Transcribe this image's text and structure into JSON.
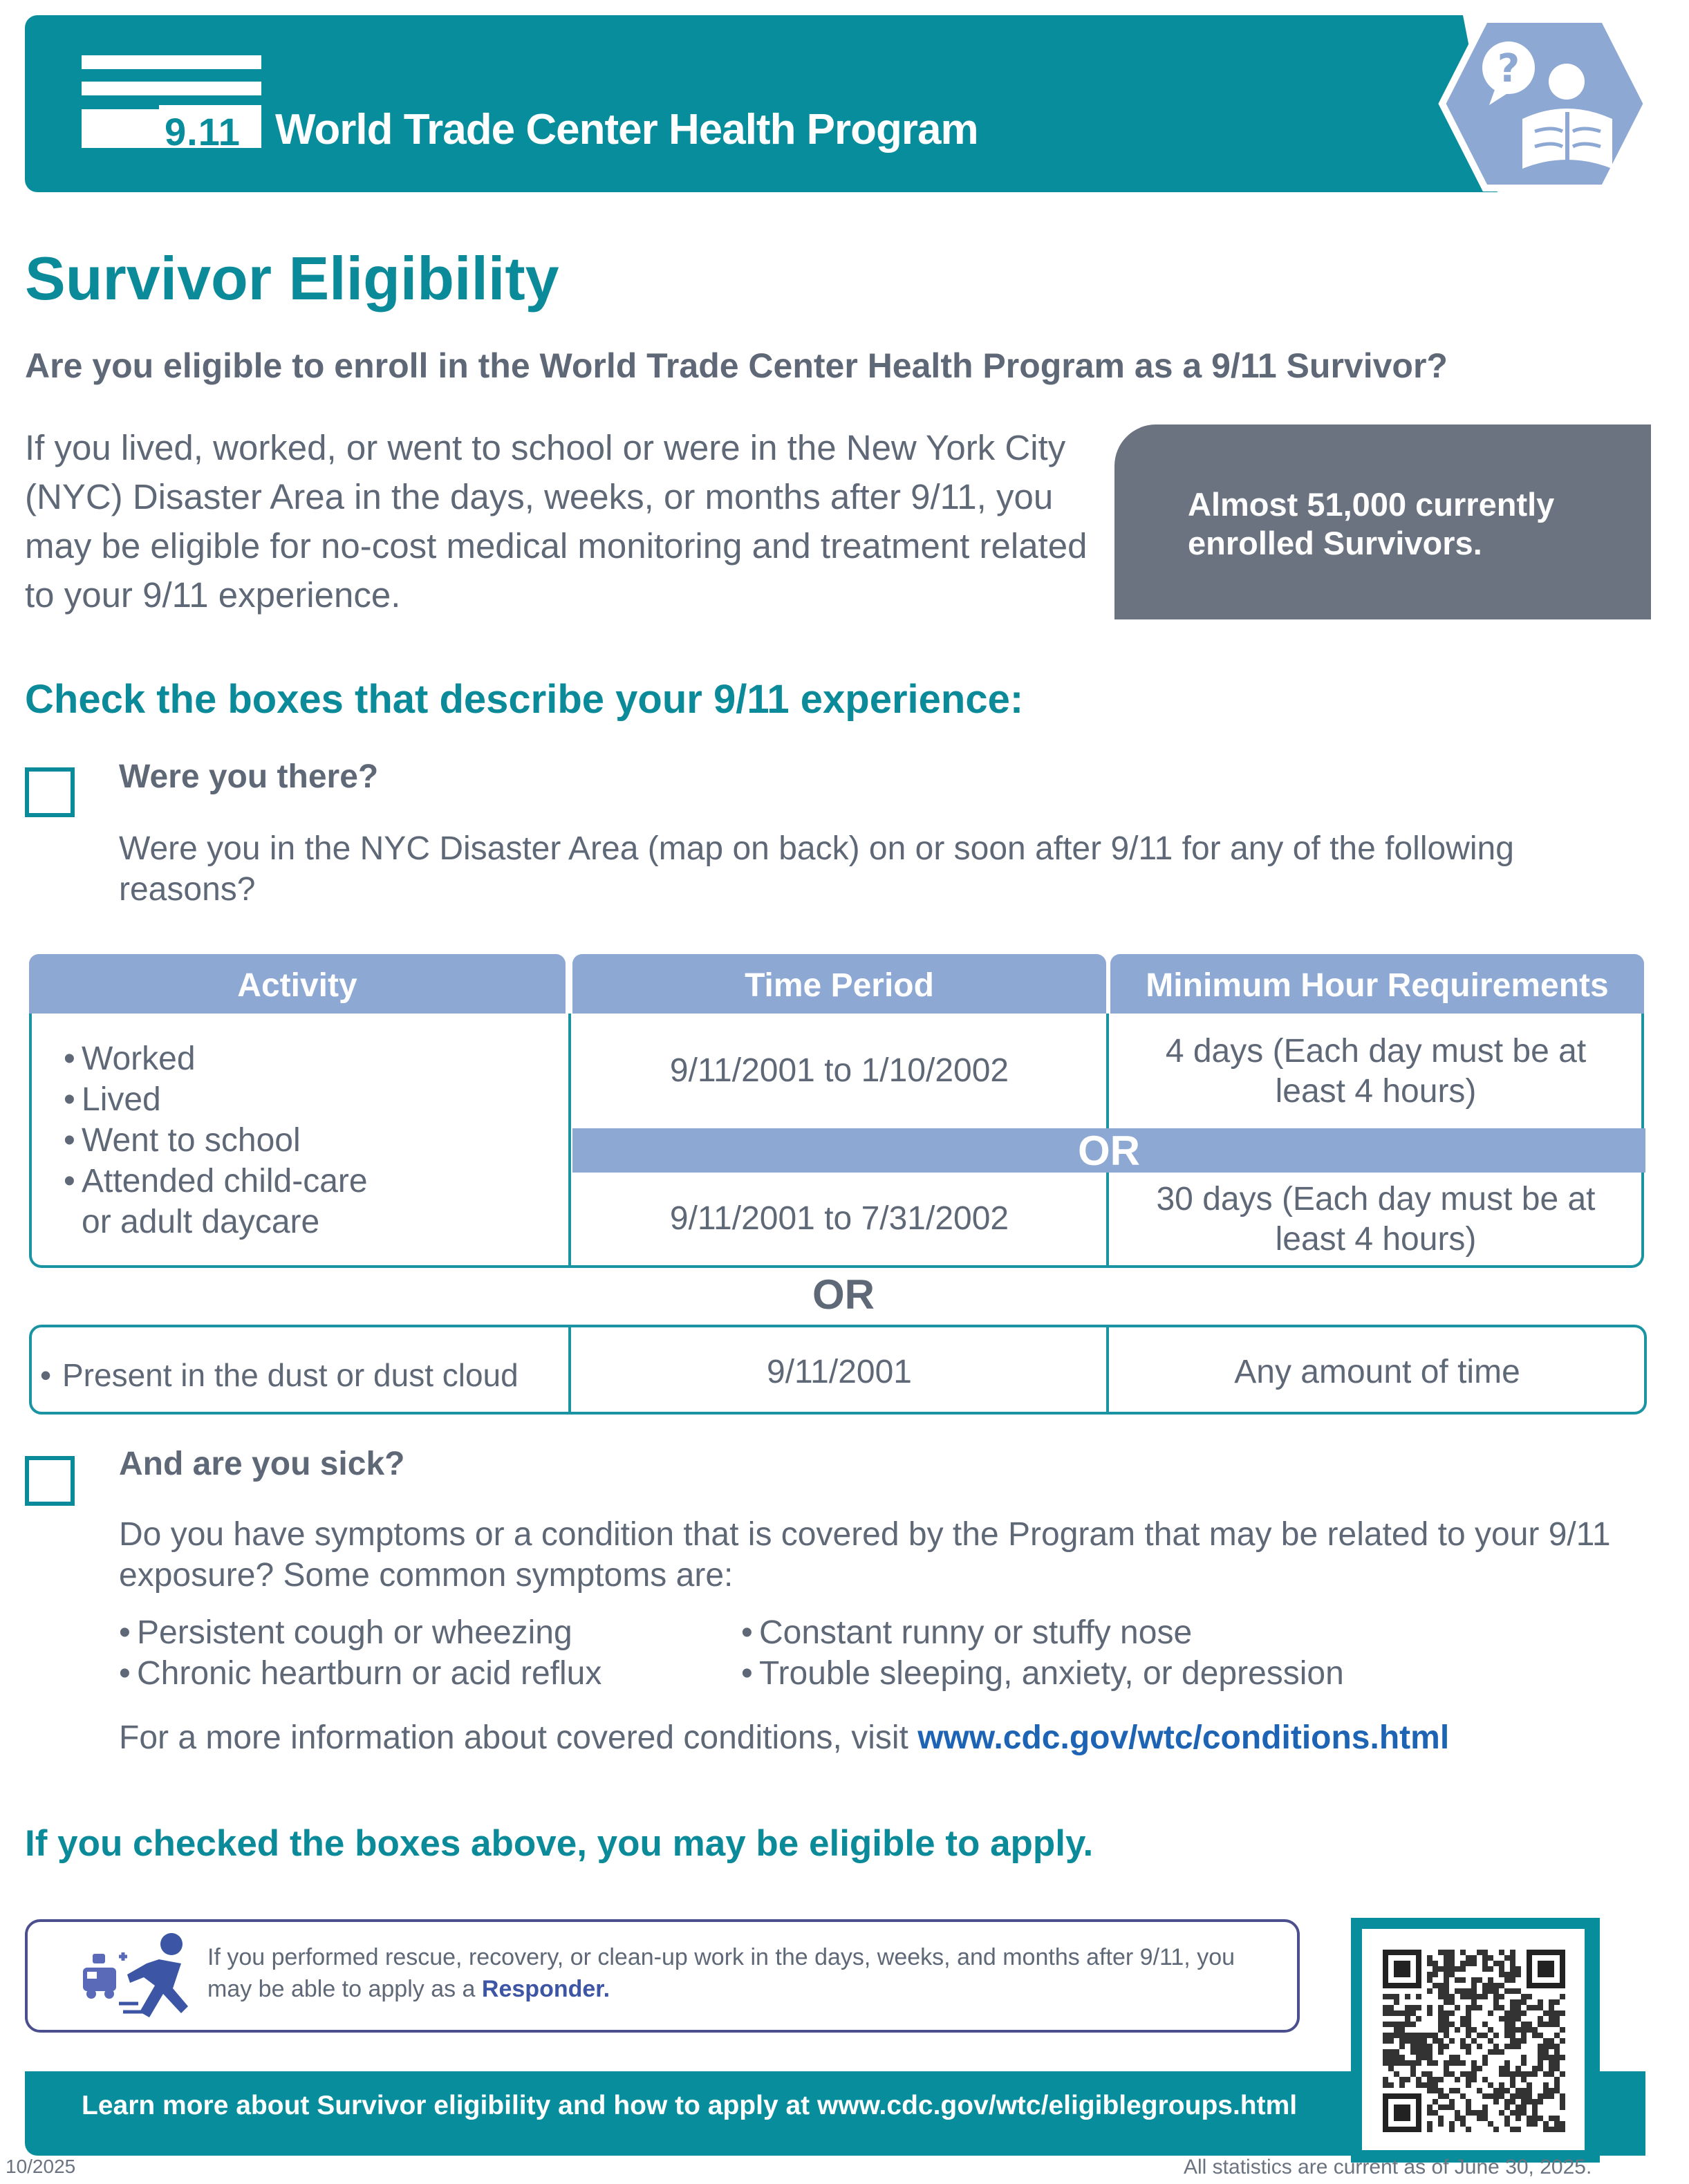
{
  "header": {
    "logo_number": "9.11",
    "program_title": "World Trade Center Health Program",
    "icon": "question-reading-person-icon"
  },
  "title": "Survivor Eligibility",
  "subtitle": "Are you eligible to enroll in the World Trade Center Health Program as a 9/11 Survivor?",
  "intro": "If you lived, worked, or went to school or were in the New York City (NYC) Disaster Area in the days, weeks, or months after 9/11, you may be eligible for no-cost medical monitoring and treatment related to your 9/11 experience.",
  "stat_box": "Almost 51,000 currently enrolled Survivors.",
  "check_heading": "Check the boxes that describe your 9/11 experience:",
  "q1": {
    "heading": "Were you there?",
    "text": "Were you in the NYC Disaster Area (map on back) on or soon after 9/11 for any of the following reasons?"
  },
  "table": {
    "headers": [
      "Activity",
      "Time Period",
      "Minimum Hour Requirements"
    ],
    "activities": [
      "Worked",
      "Lived",
      "Went to school",
      "Attended child-care",
      "or adult daycare"
    ],
    "period_1": "9/11/2001 to 1/10/2002",
    "requirement_1": "4 days (Each day must be at least 4 hours)",
    "or_label": "OR",
    "period_2": "9/11/2001 to 7/31/2002",
    "requirement_2": "30 days (Each day must be at least 4 hours)",
    "or_label_2": "OR",
    "dust_activity": "Present in the dust or dust cloud",
    "dust_period": "9/11/2001",
    "dust_requirement": "Any amount of time"
  },
  "q2": {
    "heading": "And are you sick?",
    "text": "Do you have symptoms or a condition that is covered by the Program that may be related to your 9/11 exposure? Some common symptoms are:",
    "symptoms_left": [
      "Persistent cough or wheezing",
      "Chronic heartburn or acid reflux"
    ],
    "symptoms_right": [
      "Constant runny or stuffy nose",
      "Trouble sleeping, anxiety, or depression"
    ],
    "more_info": "For a more information about covered conditions, visit ",
    "more_info_link": "www.cdc.gov/wtc/conditions.html"
  },
  "eligible_line": "If you checked the boxes above, you may be eligible to apply.",
  "responder": {
    "text": "If you performed rescue, recovery, or clean-up work in the days, weeks, and months after 9/11, you may be able to apply as a ",
    "link": "Responder."
  },
  "footer": "Learn more about Survivor eligibility and how to apply at www.cdc.gov/wtc/eligiblegroups.html",
  "date_code": "10/2025",
  "stats_note": "All statistics are current as of June 30, 2025.",
  "colors": {
    "teal": "#078d9b",
    "periwinkle": "#8ea8d4",
    "slate": "#6a737f",
    "text": "#5f6877"
  }
}
